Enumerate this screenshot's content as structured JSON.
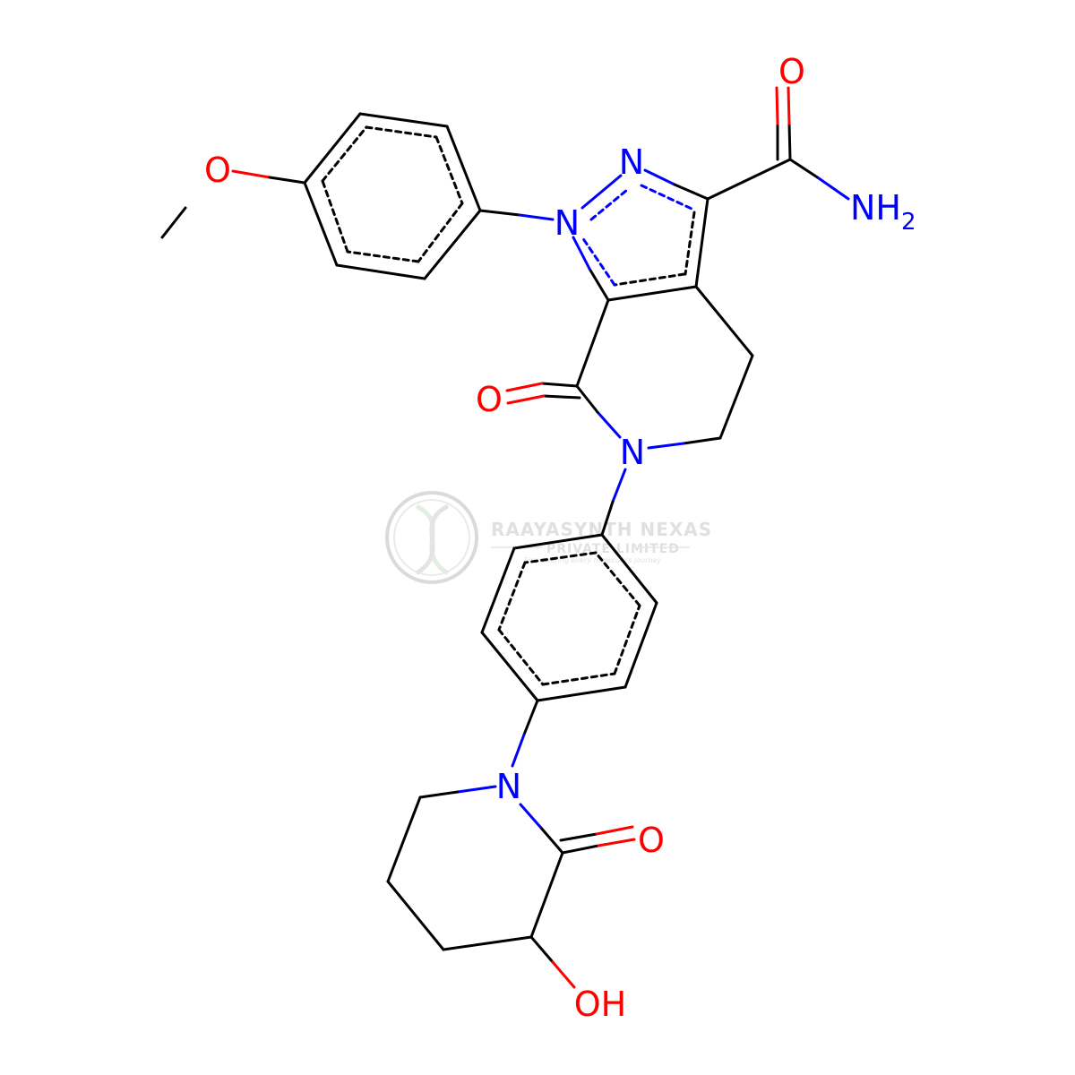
{
  "structure": {
    "atoms": {
      "o_methoxy": "O",
      "n_pyrazole_1": "N",
      "n_pyrazole_2": "N",
      "o_amide": "O",
      "nh2_n": "NH",
      "nh2_sub": "2",
      "o_lactam": "O",
      "n_lactam": "N",
      "n_piperidinone": "N",
      "o_piperidinone": "O",
      "oh": "OH"
    }
  },
  "watermark": {
    "title": "RAAYASYNTH NEXAS",
    "subtitle": "PRIVATE LIMITED",
    "tagline": "Empowering every molecule's journey"
  },
  "colors": {
    "carbon_bond": "#000000",
    "nitrogen": "#0000ff",
    "oxygen": "#ff0000",
    "watermark": "#c8c8c8"
  }
}
